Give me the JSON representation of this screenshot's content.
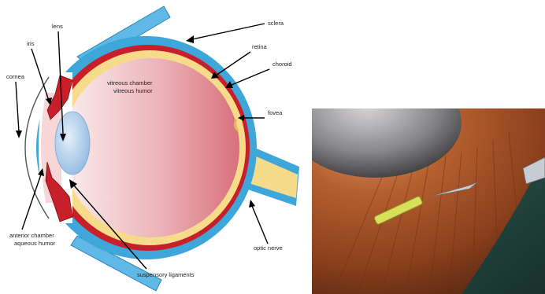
{
  "diagram": {
    "labels": {
      "lens": "lens",
      "iris": "iris",
      "sclera": "sclera",
      "retina": "retina",
      "choroid": "choroid",
      "cornea": "cornea",
      "vitreous_chamber": "vitreous chamber",
      "vitreous_humor": "vitreous humor",
      "fovea": "fovea",
      "anterior_chamber": "anterior chamber",
      "aqueous_humor": "aqueous humor",
      "optic_nerve": "optic nerve",
      "suspensory_ligaments": "suspensory ligaments"
    },
    "colors": {
      "sclera": "#3fa6d9",
      "choroid": "#c8202a",
      "retina": "#f6dc8a",
      "vitreous_light": "#fbeeee",
      "vitreous_dark": "#d9707c",
      "lens": "#b9d6ef",
      "iris": "#c8202a"
    }
  },
  "photo": {
    "colors": {
      "iris_tissue": "#a5502a",
      "implant": "#d8e05a",
      "background": "#1f3a36"
    }
  }
}
